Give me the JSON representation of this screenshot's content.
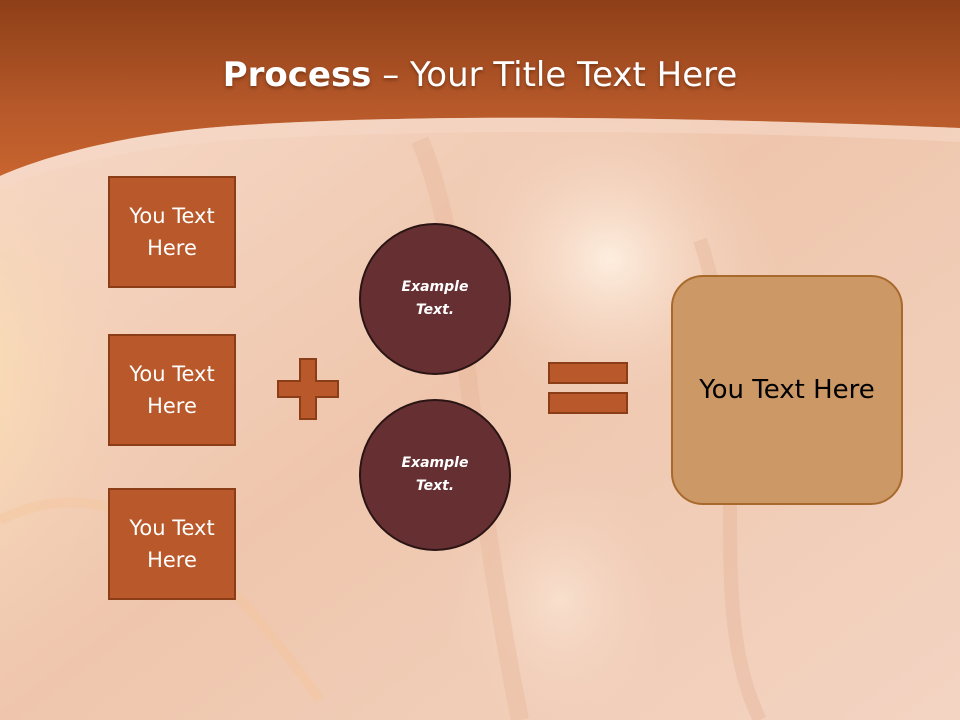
{
  "slide": {
    "title_bold": "Process",
    "title_rest": " – Your Title Text Here"
  },
  "inputs": [
    {
      "label_line1": "You Text",
      "label_line2": "Here"
    },
    {
      "label_line1": "You Text",
      "label_line2": "Here"
    },
    {
      "label_line1": "You Text",
      "label_line2": "Here"
    }
  ],
  "circles": [
    {
      "line1": "Example",
      "line2": "Text."
    },
    {
      "line1": "Example",
      "line2": "Text."
    }
  ],
  "result": {
    "label": "You Text Here"
  },
  "icons": {
    "plus": "plus-icon",
    "equals": "equals-icon"
  },
  "colors": {
    "header": "#b9582a",
    "box_fill": "#b9582a",
    "circle_fill": "#663033",
    "result_fill": "#cc9866"
  }
}
